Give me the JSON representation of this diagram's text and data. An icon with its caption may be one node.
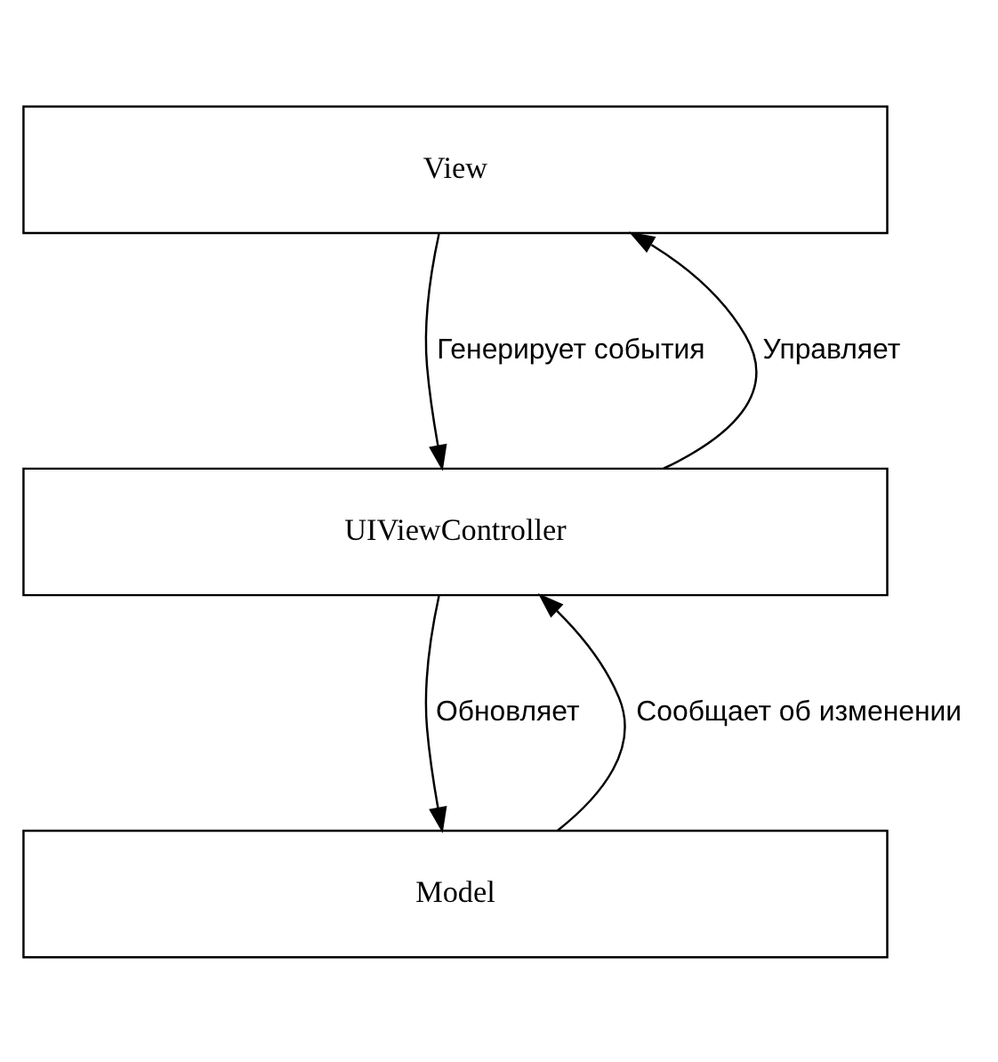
{
  "diagram": {
    "nodes": [
      {
        "text": [
          "View"
        ]
      },
      {
        "text": [
          "UIViewController"
        ]
      },
      {
        "text": [
          "Model"
        ]
      }
    ],
    "edges": [
      {
        "from": 0,
        "to": 1,
        "arrow": "to",
        "label": "Генерирует события"
      },
      {
        "from": 1,
        "to": 0,
        "arrow": "to",
        "label": "Управляет"
      },
      {
        "from": 1,
        "to": 2,
        "arrow": "to",
        "label": "Обновляет"
      },
      {
        "from": 2,
        "to": 1,
        "arrow": "to",
        "label": "Сообщает об изменении"
      }
    ]
  }
}
